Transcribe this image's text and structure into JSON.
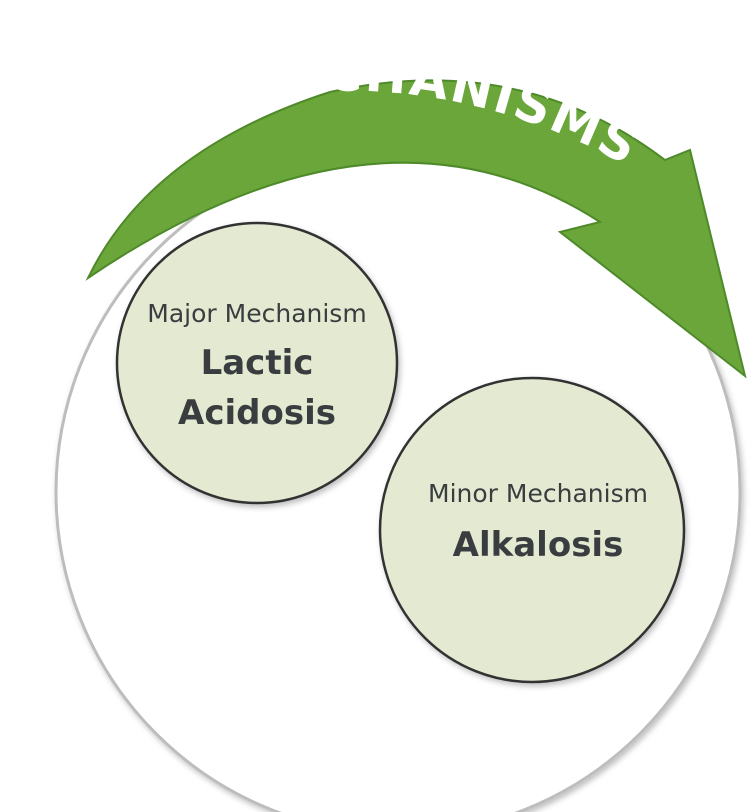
{
  "title": "MECHANISMS",
  "colors": {
    "arrow": "#6aa63a",
    "arrow_stroke": "#4f8a2a",
    "circle_fill": "#e3ead1",
    "circle_stroke": "#333333",
    "outer_stroke": "#bdbdbd",
    "text": "#3a3d40",
    "title_text": "#ffffff"
  },
  "major": {
    "label": "Major Mechanism",
    "line1": "Lactic",
    "line2": "Acidosis"
  },
  "minor": {
    "label": "Minor Mechanism",
    "line1": "Alkalosis"
  }
}
